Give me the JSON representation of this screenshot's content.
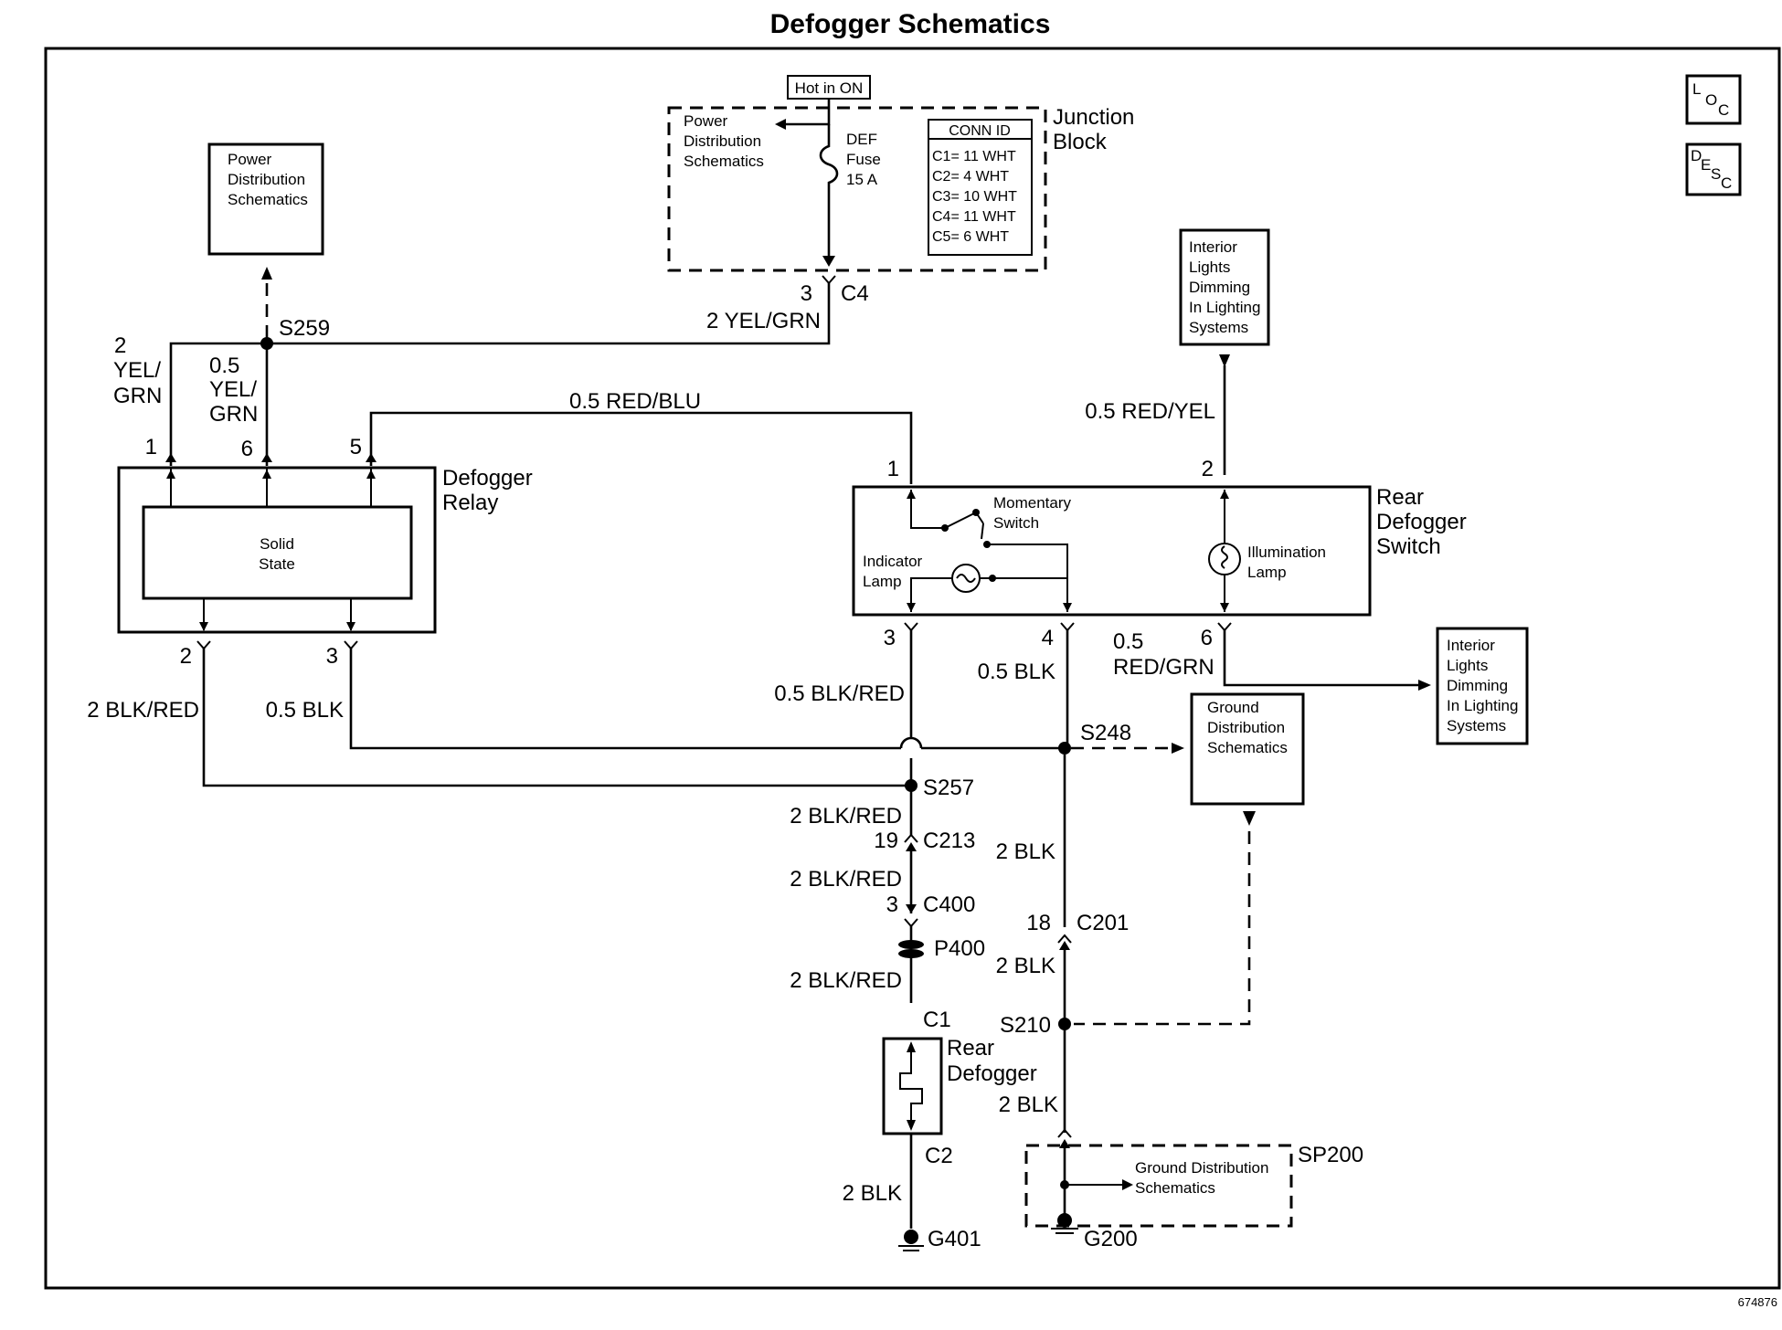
{
  "title": "Defogger Schematics",
  "figure_id": "674876",
  "nav_icons": {
    "loc": [
      "L",
      "O",
      "C"
    ],
    "desc": [
      "D",
      "E",
      "S",
      "C"
    ]
  },
  "junction_block": {
    "label_1": "Junction",
    "label_2": "Block",
    "hot_label": "Hot in ON",
    "pds": [
      "Power",
      "Distribution",
      "Schematics"
    ],
    "fuse": [
      "DEF",
      "Fuse",
      "15 A"
    ],
    "conn_header": "CONN ID",
    "conn_rows": [
      "C1= 11 WHT",
      "C2= 4 WHT",
      "C3= 10 WHT",
      "C4= 11 WHT",
      "C5= 6 WHT"
    ]
  },
  "pds_box": [
    "Power",
    "Distribution",
    "Schematics"
  ],
  "interior_box_top": [
    "Interior",
    "Lights",
    "Dimming",
    "In Lighting",
    "Systems"
  ],
  "interior_box_right": [
    "Interior",
    "Lights",
    "Dimming",
    "In Lighting",
    "Systems"
  ],
  "ground_box": [
    "Ground",
    "Distribution",
    "Schematics"
  ],
  "sp200": {
    "label": "SP200",
    "text": [
      "Ground Distribution",
      "Schematics"
    ]
  },
  "relay": {
    "label_1": "Defogger",
    "label_2": "Relay",
    "inner_1": "Solid",
    "inner_2": "State",
    "pins": {
      "p1": "1",
      "p6": "6",
      "p5": "5",
      "p2": "2",
      "p3": "3"
    }
  },
  "switch": {
    "label_1": "Rear",
    "label_2": "Defogger",
    "label_3": "Switch",
    "momentary_1": "Momentary",
    "momentary_2": "Switch",
    "indicator_1": "Indicator",
    "indicator_2": "Lamp",
    "illum_1": "Illumination",
    "illum_2": "Lamp",
    "pins": {
      "p1": "1",
      "p2": "2",
      "p3": "3",
      "p4": "4",
      "p6": "6"
    }
  },
  "rear_defogger": {
    "label_1": "Rear",
    "label_2": "Defogger"
  },
  "wires": {
    "c4_pin": "3",
    "c4": "C4",
    "yel_grn_top": "2 YEL/GRN",
    "s259": "S259",
    "left_2": "2",
    "left_yel": "YEL/",
    "left_grn": "GRN",
    "mid_05": "0.5",
    "mid_yel": "YEL/",
    "mid_grn": "GRN",
    "red_blu": "0.5 RED/BLU",
    "red_yel": "0.5 RED/YEL",
    "blk_red_left": "2 BLK/RED",
    "blk_05_left": "0.5 BLK",
    "blk_red_05": "0.5 BLK/RED",
    "blk_05_mid": "0.5 BLK",
    "red_grn_05": "0.5",
    "red_grn": "RED/GRN",
    "s248": "S248",
    "s257": "S257",
    "blk_red_1": "2 BLK/RED",
    "c213_pin": "19",
    "c213": "C213",
    "blk_2a": "2 BLK",
    "blk_red_2": "2 BLK/RED",
    "c400_pin": "3",
    "c400": "C400",
    "c201_pin": "18",
    "c201": "C201",
    "p400": "P400",
    "blk_2b": "2 BLK",
    "blk_red_3": "2 BLK/RED",
    "c1": "C1",
    "s210": "S210",
    "blk_2c": "2 BLK",
    "c2": "C2",
    "blk_2d": "2 BLK",
    "g401": "G401",
    "g200": "G200"
  }
}
